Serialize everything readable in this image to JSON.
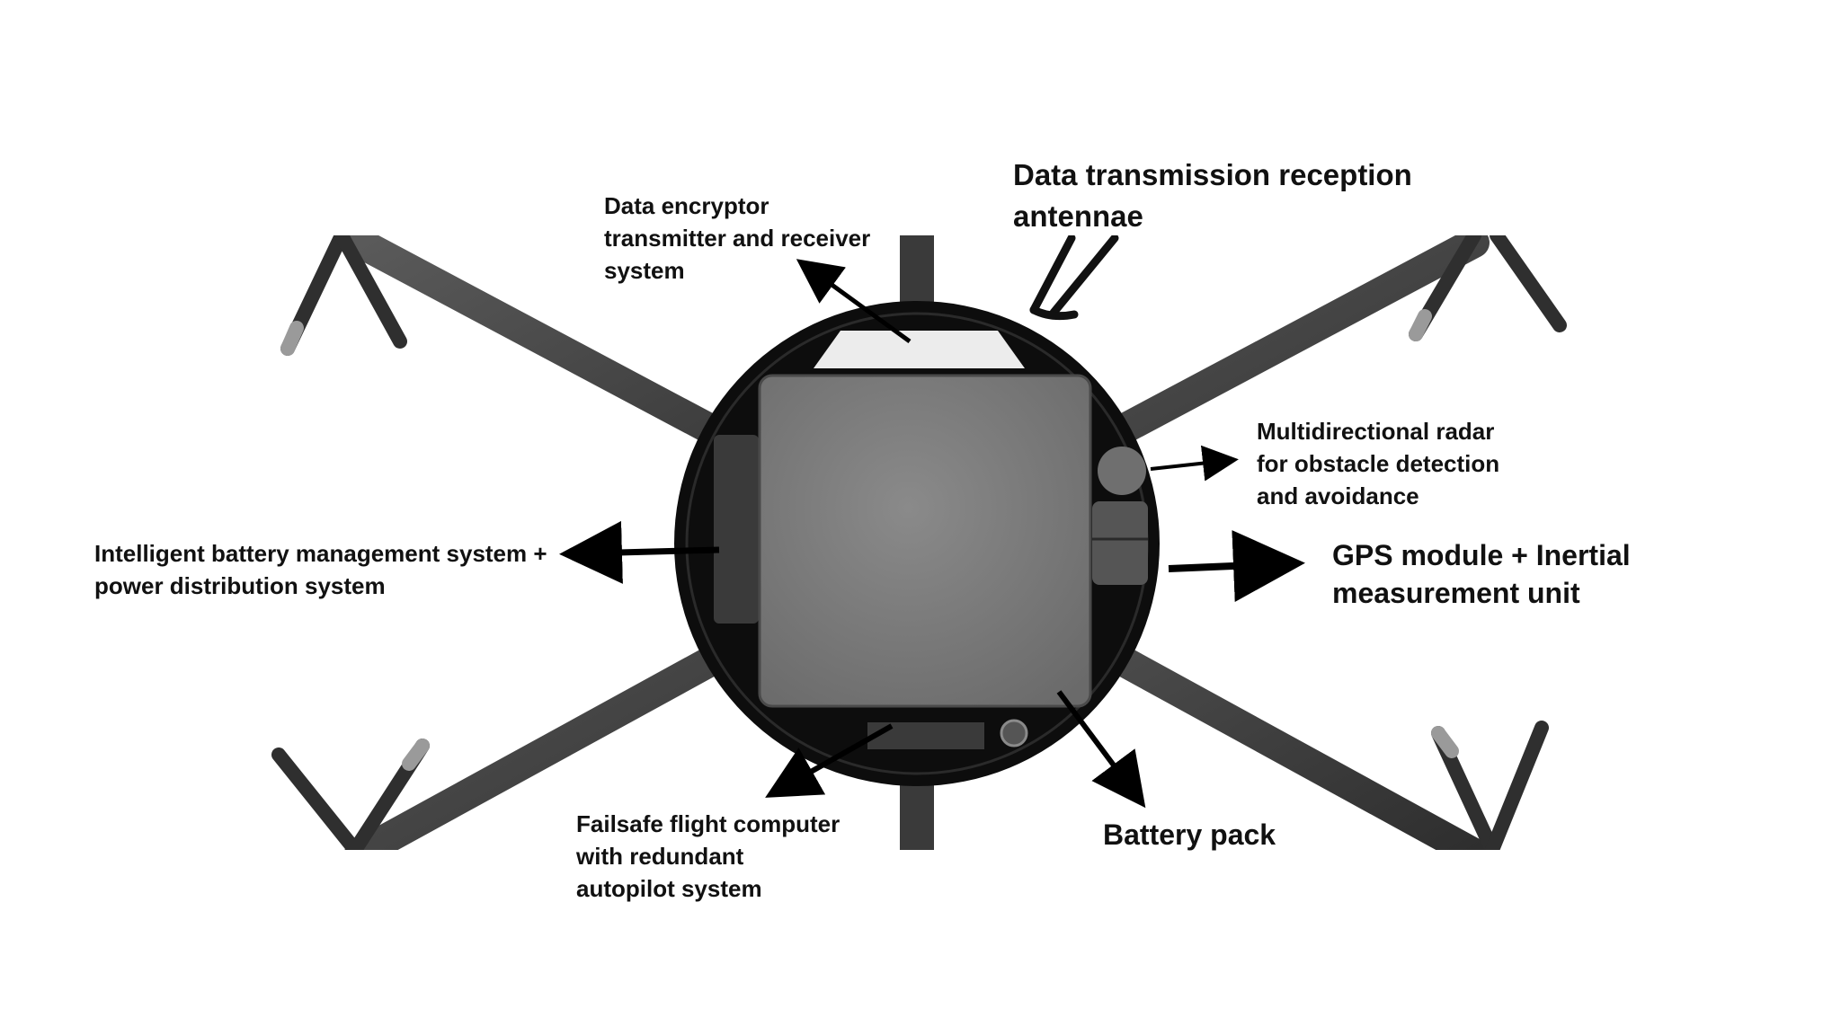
{
  "labels": {
    "encryptor": [
      "Data encryptor",
      "transmitter and receiver",
      "system"
    ],
    "antennae": [
      "Data transmission reception",
      "antennae"
    ],
    "radar": [
      "Multidirectional radar",
      "for obstacle detection",
      "and avoidance"
    ],
    "gps": [
      "GPS module + Inertial",
      "measurement unit"
    ],
    "battery_mgmt": [
      "Intelligent battery management system +",
      "power distribution system"
    ],
    "flight_computer": [
      "Failsafe flight computer",
      "with redundant",
      "autopilot system"
    ],
    "battery_pack": [
      "Battery pack"
    ]
  },
  "colors": {
    "arms": "#3f3f3f",
    "body_ring": "#0d0d0d",
    "battery_pack": "#7b7b7b",
    "encryptor_module": "#ececec",
    "arrows": "#000000",
    "text": "#111111"
  }
}
